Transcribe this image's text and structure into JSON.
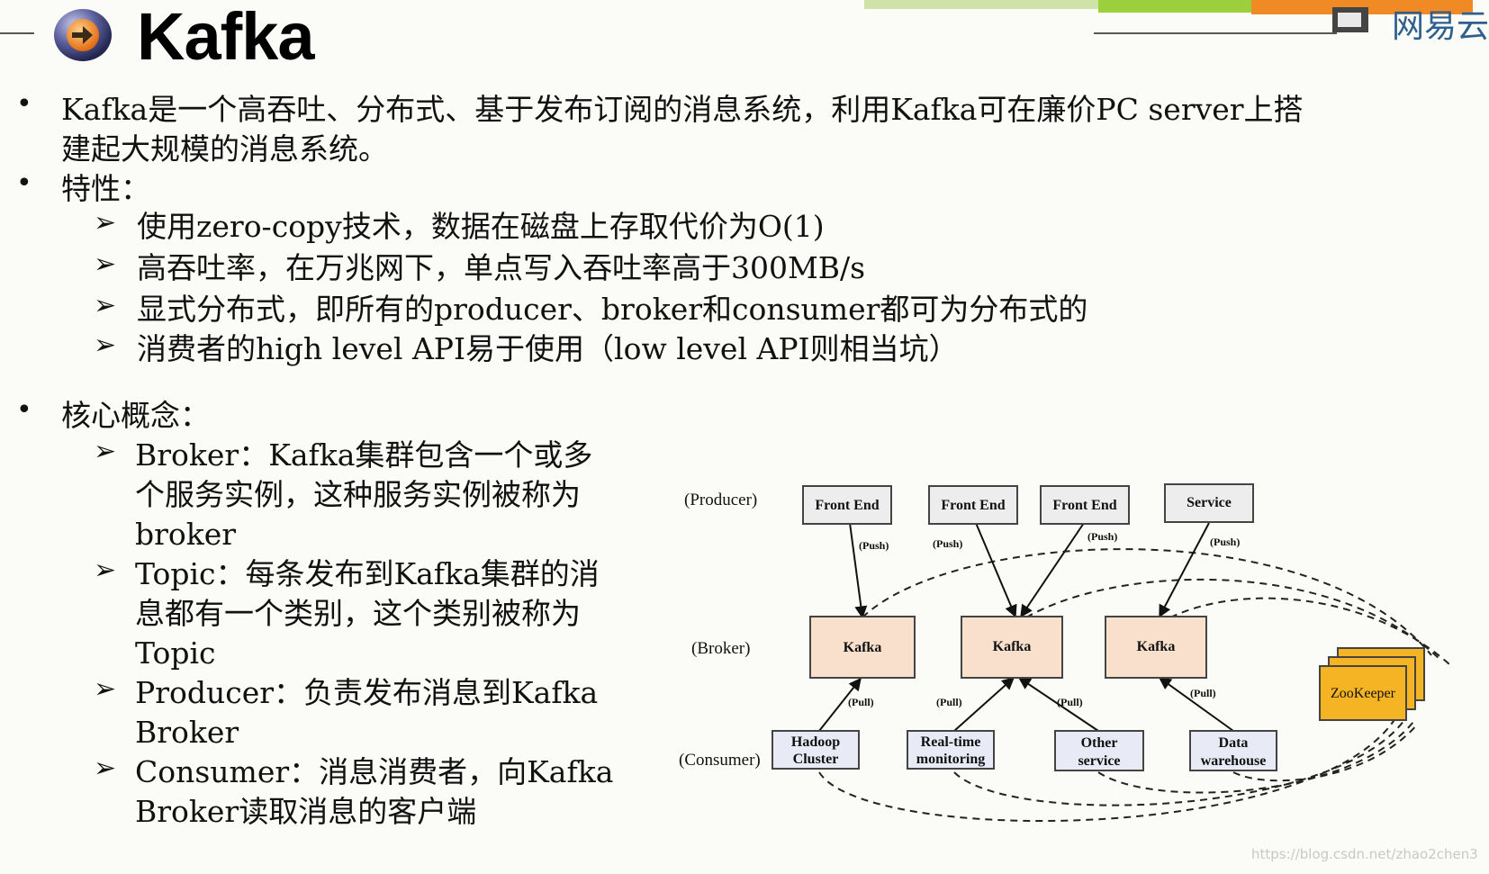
{
  "header": {
    "title": "Kafka",
    "brand_text": "网易云"
  },
  "intro": {
    "line1": "Kafka是一个高吞吐、分布式、基于发布订阅的消息系统，利用Kafka可在廉价PC server上搭",
    "line2": "建起大规模的消息系统。"
  },
  "features": {
    "heading": "特性：",
    "items": [
      "使用zero-copy技术，数据在磁盘上存取代价为O(1)",
      "高吞吐率，在万兆网下，单点写入吞吐率高于300MB/s",
      "显式分布式，即所有的producer、broker和consumer都可为分布式的",
      "消费者的high level API易于使用（low level API则相当坑）"
    ]
  },
  "concepts": {
    "heading": "核心概念：",
    "broker": [
      "Broker：Kafka集群包含一个或多",
      "个服务实例，这种服务实例被称为",
      "broker"
    ],
    "topic": [
      "Topic：每条发布到Kafka集群的消",
      "息都有一个类别，这个类别被称为",
      "Topic"
    ],
    "producer": [
      "Producer：负责发布消息到Kafka",
      "Broker"
    ],
    "consumer": [
      "Consumer：消息消费者，向Kafka",
      "Broker读取消息的客户端"
    ]
  },
  "diagram": {
    "row_labels": {
      "producer": "(Producer)",
      "broker": "(Broker)",
      "consumer": "(Consumer)"
    },
    "producers": [
      "Front End",
      "Front End",
      "Front End",
      "Service"
    ],
    "brokers": [
      "Kafka",
      "Kafka",
      "Kafka"
    ],
    "consumers": [
      [
        "Hadoop",
        "Cluster"
      ],
      [
        "Real-time",
        "monitoring"
      ],
      [
        "Other",
        "service"
      ],
      [
        "Data",
        "warehouse"
      ]
    ],
    "zookeeper": "ZooKeeper",
    "push_label": "(Push)",
    "pull_label": "(Pull)",
    "colors": {
      "broker_fill": "#f8e0cc",
      "zookeeper_fill": "#f5b424",
      "node_fill": "#ededed",
      "consumer_fill": "#e8eaf6"
    }
  },
  "watermark": "https://blog.csdn.net/zhao2chen3"
}
